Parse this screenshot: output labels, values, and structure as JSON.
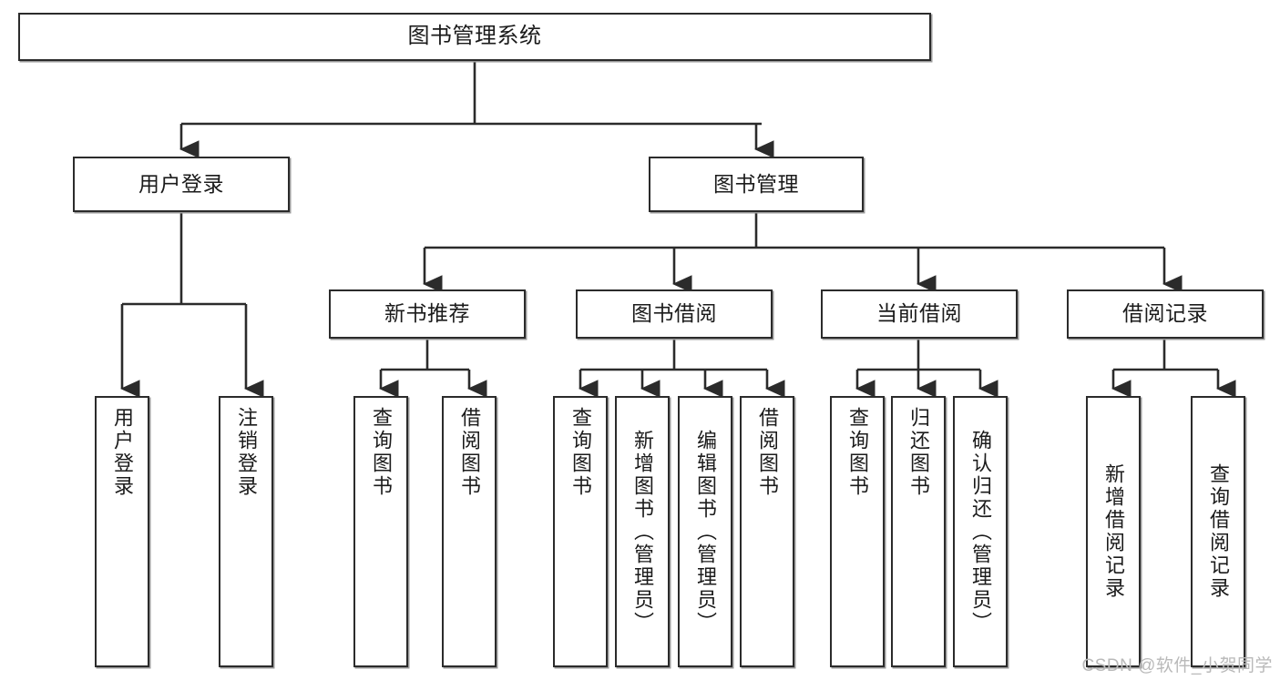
{
  "diagram": {
    "title": "图书管理系统",
    "type": "function-structure-tree",
    "watermark": "CSDN @软件_小贺同学",
    "colors": {
      "box_border": "#2b2b2b",
      "box_fill": "#ffffff",
      "connector": "#2b2b2b",
      "text": "#1b1b1b",
      "watermark": "#b9b9b9"
    }
  },
  "root": {
    "label": "图书管理系统"
  },
  "level2": [
    {
      "label": "用户登录"
    },
    {
      "label": "图书管理"
    }
  ],
  "level3": [
    {
      "label": "新书推荐"
    },
    {
      "label": "图书借阅"
    },
    {
      "label": "当前借阅"
    },
    {
      "label": "借阅记录"
    }
  ],
  "leaves": {
    "user_login": [
      {
        "label": "用户登录"
      },
      {
        "label": "注销登录"
      }
    ],
    "new_book_recommend": [
      {
        "label": "查询图书"
      },
      {
        "label": "借阅图书"
      }
    ],
    "book_borrow": [
      {
        "label": "查询图书"
      },
      {
        "label": "新增图书（管理员）"
      },
      {
        "label": "编辑图书（管理员）"
      },
      {
        "label": "借阅图书"
      }
    ],
    "current_borrow": [
      {
        "label": "查询图书"
      },
      {
        "label": "归还图书"
      },
      {
        "label": "确认归还（管理员）"
      }
    ],
    "borrow_records": [
      {
        "label": "新增借阅记录"
      },
      {
        "label": "查询借阅记录"
      }
    ]
  }
}
